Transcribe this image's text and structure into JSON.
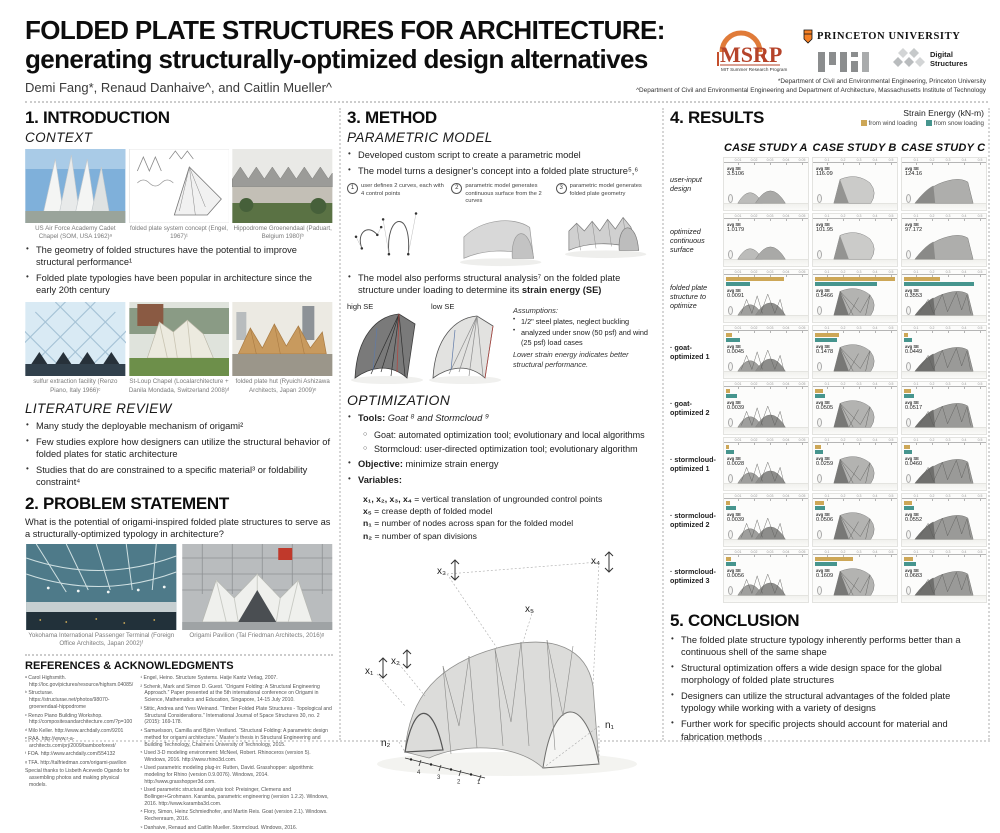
{
  "header": {
    "title_line1": "FOLDED PLATE STRUCTURES FOR ARCHITECTURE:",
    "title_line2": "generating structurally-optimized design alternatives",
    "authors": "Demi Fang*, Renaud Danhaive^, and Caitlin Mueller^",
    "affiliation1": "*Department of Civil and Environmental Engineering, Princeton University",
    "affiliation2": "^Department of Civil and Environmental Engineering and Department of Architecture, Massachusetts Institute of Technology",
    "logos": {
      "msrp": "MSRP",
      "msrp_sub": "MIT Summer Research Program",
      "princeton": "PRINCETON UNIVERSITY",
      "ds_line1": "Digital",
      "ds_line2": "Structures"
    }
  },
  "intro": {
    "heading": "1. INTRODUCTION",
    "context_heading": "CONTEXT",
    "context_captions": [
      "US Air Force Academy Cadet Chapel (SOM, USA 1962)ᵃ",
      "folded plate system concept (Engel, 1967)¹",
      "Hippodrome Groenendaal (Paduart, Belgium 1980)ᵇ"
    ],
    "context_bullets": [
      "The geometry of folded structures have the potential to improve structural performance¹",
      "Folded plate typologies have been popular in architecture since the early 20th century"
    ],
    "context_captions2": [
      "sulfur extraction facility (Renzo Piano, Italy 1966)ᶜ",
      "St-Loup Chapel (Localarchitecture + Danila Mondada, Switzerland 2008)ᵈ",
      "folded plate hut (Ryuichi Ashizawa Architects, Japan 2009)ᵉ"
    ],
    "litreview_heading": "LITERATURE REVIEW",
    "litreview_bullets": [
      "Many study the deployable mechanism of origami²",
      "Few studies explore how designers can utilize the structural behavior of folded plates for static architecture",
      "Studies that do are constrained to a specific material³ or foldability constraint⁴"
    ]
  },
  "problem": {
    "heading": "2. PROBLEM STATEMENT",
    "statement": "What is the potential of origami-inspired folded plate structures to serve as a structurally-optimized typology in architecture?",
    "captions": [
      "Yokohama International Passenger Terminal (Foreign Office Architects, Japan 2002)ᶠ",
      "Origami Pavilion (Tal Friedman Architects, 2016)ᵍ"
    ]
  },
  "references": {
    "heading": "REFERENCES & ACKNOWLEDGMENTS",
    "left": [
      "ᵃ Carol Highsmith. http://loc.gov/pictures/resource/highsm.04085/",
      "ᵇ Structurae. https://structurae.net/photos/98070-groenendaal-hippodrome",
      "ᶜ Renzo Piano Building Workshop. http://compositesandarchitecture.com/?p=100",
      "ᵈ Milo Keller. http://www.archdaily.com/9201",
      "ᵉ RAA. http://www.r-a-architects.com/prj/2009/bambooforest/",
      "ᶠ FOA. http://www.archdaily.com/554132",
      "ᵍ TFA. http://talfriedman.com/origami-pavilion",
      "Special thanks to Lisbeth Acevedo Ogando for assembling photos and making physical models."
    ],
    "right": [
      "¹ Engel, Heino. Structure Systems. Hatje Kantz Verlag, 2007.",
      "² Schenk, Mark and Simon D. Guest. “Origami Folding: A Structural Engineering Approach.” Paper presented at the 5th international conference on Origami in Science, Mathematics and Education, Singapore, 14-15 July 2010.",
      "³ Stitic, Andrea and Yves Weinand. “Timber Folded Plate Structures - Topological and Structural Considerations.” International Journal of Space Structures 30, no. 2 (2015): 169-178.",
      "⁴ Samuelsson, Camilla and Björn Vestlund. “Structural Folding: A parametric design method for origami architecture.” Master’s thesis in Structural Engineering and Building Technology, Chalmers University of Technology, 2015.",
      "⁵ Used 3-D modeling environment: McNeel, Robert. Rhinoceros (version 5). Windows, 2016. http://www.rhino3d.com.",
      "⁶ Used parametric modeling plug-in: Rutten, David. Grasshopper: algorithmic modeling for Rhino (version 0.9.0076). Windows, 2014. http://www.grasshopper3d.com.",
      "⁷ Used parametric structural analysis tool: Preisinger, Clemens and Bollinger+Grohmann. Karamba, parametric engineering (version 1.2.2). Windows, 2016. http://www.karamba3d.com.",
      "⁸ Flory, Simon, Heinz Schmiedhofer, and Martin Reis. Goat (version 2.1). Windows. Rechenraum, 2016.",
      "⁹ Danhaive, Renaud and Caitlin Mueller. Stormcloud. Windows, 2016."
    ]
  },
  "method": {
    "heading": "3. METHOD",
    "sub1": "PARAMETRIC MODEL",
    "bullets1": [
      "Developed custom script to create a parametric model",
      "The model turns a designer’s concept into a folded plate structure⁵,⁶"
    ],
    "steps": [
      {
        "num": "1",
        "label": "user defines 2 curves, each with 4 control points"
      },
      {
        "num": "2",
        "label": "parametric model generates continuous surface from the 2 curves"
      },
      {
        "num": "3",
        "label": "parametric model generates folded plate geometry"
      }
    ],
    "analysis_pre": "The model also performs structural analysis⁷ on the folded plate structure under loading to determine its ",
    "analysis_bold": "strain energy (SE)",
    "high_se": "high SE",
    "low_se": "low SE",
    "assumptions_title": "Assumptions:",
    "assumptions": [
      "1/2\" steel plates, neglect buckling",
      "analyzed under snow (50 psf) and wind (25 psf) load cases"
    ],
    "assumptions_note": "Lower strain energy indicates better structural performance.",
    "sub2": "OPTIMIZATION",
    "tools_label": "Tools: ",
    "tools_value": "Goat ⁸ and Stormcloud ⁹",
    "tools_sub": [
      "Goat: automated optimization tool; evolutionary and local algorithms",
      "Stormcloud: user-directed optimization tool; evolutionary algorithm"
    ],
    "objective_label": "Objective: ",
    "objective_value": "minimize strain energy",
    "variables_label": "Variables:",
    "variables": [
      {
        "sym": "x₁, x₂, x₃, x₄",
        "rest": " = vertical translation of ungrounded control points"
      },
      {
        "sym": "x₅",
        "rest": " = crease depth of folded model"
      },
      {
        "sym": "n₁",
        "rest": " = number of nodes across span for the folded model"
      },
      {
        "sym": "n₂",
        "rest": " = number of span divisions"
      }
    ],
    "diagram_labels": {
      "x1": "x₁",
      "x2": "x₂",
      "x3": "x₃",
      "x4": "x₄",
      "x5": "x₅",
      "n1": "n₁",
      "n2": "n₂",
      "base_nums": [
        "4",
        "3",
        "2",
        "1"
      ]
    }
  },
  "results": {
    "heading": "4. RESULTS",
    "legend_title": "Strain Energy (kN-m)",
    "legend_wind": "from wind loading",
    "legend_snow": "from snow loading",
    "wind_color": "#cda757",
    "snow_color": "#46958e",
    "avg_se_label": "avg SE",
    "case_studies": [
      "CASE STUDY A",
      "CASE STUDY B",
      "CASE STUDY C"
    ],
    "axis_ticks": [
      [
        "0.01",
        "0.02",
        "0.03",
        "0.04",
        "0.05"
      ],
      [
        "0.1",
        "0.2",
        "0.3",
        "0.4",
        "0.5"
      ],
      [
        "0.1",
        "0.2",
        "0.3",
        "0.4",
        "0.5"
      ]
    ],
    "rows": [
      {
        "label": "user-input design",
        "bold": false,
        "folded": false,
        "cells": [
          {
            "value": "3.5106",
            "wind": 0,
            "snow": 0
          },
          {
            "value": "116.09",
            "wind": 0,
            "snow": 0
          },
          {
            "value": "124.16",
            "wind": 0,
            "snow": 0
          }
        ]
      },
      {
        "label": "optimized continuous surface",
        "bold": false,
        "folded": false,
        "cells": [
          {
            "value": "1.0179",
            "wind": 0,
            "snow": 0
          },
          {
            "value": "101.95",
            "wind": 0,
            "snow": 0
          },
          {
            "value": "97.172",
            "wind": 0,
            "snow": 0
          }
        ]
      },
      {
        "label": "folded plate structure to optimize",
        "bold": false,
        "folded": true,
        "cells": [
          {
            "value": "0.0091",
            "wind": 0.72,
            "snow": 0.3
          },
          {
            "value": "0.5466",
            "wind": 1.0,
            "snow": 0.78
          },
          {
            "value": "0.3553",
            "wind": 0.45,
            "snow": 0.88
          }
        ]
      },
      {
        "label": "· goat-optimized 1",
        "bold": true,
        "folded": true,
        "cells": [
          {
            "value": "0.0045",
            "wind": 0.08,
            "snow": 0.18
          },
          {
            "value": "0.1478",
            "wind": 0.3,
            "snow": 0.28
          },
          {
            "value": "0.0449",
            "wind": 0.05,
            "snow": 0.1
          }
        ]
      },
      {
        "label": "· goat-optimized 2",
        "bold": true,
        "folded": true,
        "cells": [
          {
            "value": "0.0039",
            "wind": 0.05,
            "snow": 0.14
          },
          {
            "value": "0.0505",
            "wind": 0.1,
            "snow": 0.13
          },
          {
            "value": "0.0517",
            "wind": 0.09,
            "snow": 0.12
          }
        ]
      },
      {
        "label": "· stormcloud-optimized 1",
        "bold": true,
        "folded": true,
        "cells": [
          {
            "value": "0.0028",
            "wind": 0.04,
            "snow": 0.1
          },
          {
            "value": "0.0259",
            "wind": 0.07,
            "snow": 0.1
          },
          {
            "value": "0.0460",
            "wind": 0.07,
            "snow": 0.1
          }
        ]
      },
      {
        "label": "· stormcloud-optimized 2",
        "bold": true,
        "folded": true,
        "cells": [
          {
            "value": "0.0039",
            "wind": 0.05,
            "snow": 0.13
          },
          {
            "value": "0.0506",
            "wind": 0.11,
            "snow": 0.13
          },
          {
            "value": "0.0552",
            "wind": 0.1,
            "snow": 0.13
          }
        ]
      },
      {
        "label": "· stormcloud-optimized 3",
        "bold": true,
        "folded": true,
        "cells": [
          {
            "value": "0.0056",
            "wind": 0.06,
            "snow": 0.12
          },
          {
            "value": "0.1609",
            "wind": 0.48,
            "snow": 0.27
          },
          {
            "value": "0.0683",
            "wind": 0.11,
            "snow": 0.15
          }
        ]
      }
    ]
  },
  "conclusion": {
    "heading": "5. CONCLUSION",
    "bullets": [
      "The folded plate structure typology inherently performs better than a continuous shell of the same shape",
      "Structural optimization offers a wide design space for the global morphology of folded plate structures",
      "Designers can utilize the structural advantages of the folded plate typology while working with a variety of designs",
      "Further work for specific projects should account for material and fabrication methods"
    ]
  }
}
